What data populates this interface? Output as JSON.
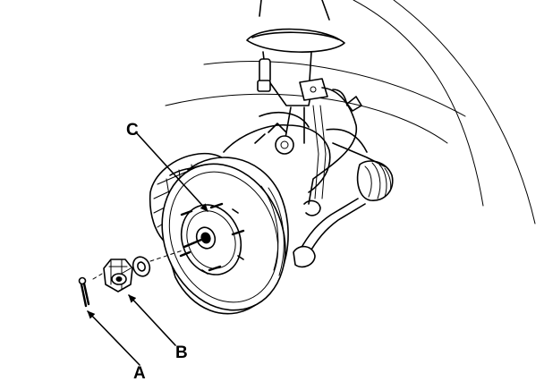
{
  "callouts": [
    {
      "id": "A",
      "label": "A"
    },
    {
      "id": "B",
      "label": "B"
    },
    {
      "id": "C",
      "label": "C"
    }
  ],
  "colors": {
    "ink": "#000000",
    "paper": "#ffffff"
  }
}
